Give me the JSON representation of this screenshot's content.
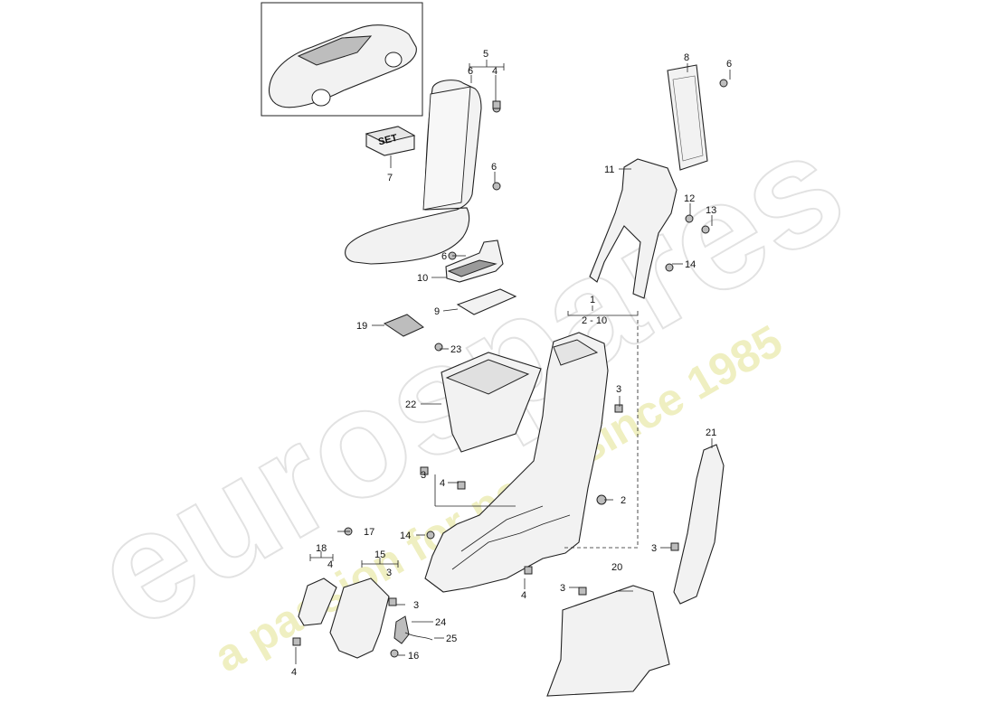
{
  "watermark": {
    "brand": "eurospares",
    "tagline": "a passion for parts since 1985"
  },
  "set_box_text": "SET",
  "callouts": [
    {
      "id": "c5",
      "text": "5"
    },
    {
      "id": "c5a",
      "text": "6"
    },
    {
      "id": "c5b",
      "text": "4"
    },
    {
      "id": "c4a",
      "text": "4"
    },
    {
      "id": "c8",
      "text": "8"
    },
    {
      "id": "c6a",
      "text": "6"
    },
    {
      "id": "c7",
      "text": "7"
    },
    {
      "id": "c6b",
      "text": "6"
    },
    {
      "id": "c11",
      "text": "11"
    },
    {
      "id": "c12",
      "text": "12"
    },
    {
      "id": "c13",
      "text": "13"
    },
    {
      "id": "c6c",
      "text": "6"
    },
    {
      "id": "c10",
      "text": "10"
    },
    {
      "id": "c14a",
      "text": "14"
    },
    {
      "id": "c9",
      "text": "9"
    },
    {
      "id": "c1",
      "text": "1"
    },
    {
      "id": "c1r",
      "text": "2 - 10"
    },
    {
      "id": "c19",
      "text": "19"
    },
    {
      "id": "c23",
      "text": "23"
    },
    {
      "id": "c3a",
      "text": "3"
    },
    {
      "id": "c22",
      "text": "22"
    },
    {
      "id": "c21",
      "text": "21"
    },
    {
      "id": "c3b",
      "text": "3"
    },
    {
      "id": "c4b",
      "text": "4"
    },
    {
      "id": "c2",
      "text": "2"
    },
    {
      "id": "c17",
      "text": "17"
    },
    {
      "id": "c14b",
      "text": "14"
    },
    {
      "id": "c18",
      "text": "18"
    },
    {
      "id": "c18a",
      "text": "4"
    },
    {
      "id": "c15",
      "text": "15"
    },
    {
      "id": "c15a",
      "text": "3"
    },
    {
      "id": "c3c",
      "text": "3"
    },
    {
      "id": "c3d",
      "text": "3"
    },
    {
      "id": "c20",
      "text": "20"
    },
    {
      "id": "c3e",
      "text": "3"
    },
    {
      "id": "c4c",
      "text": "4"
    },
    {
      "id": "c24",
      "text": "24"
    },
    {
      "id": "c25",
      "text": "25"
    },
    {
      "id": "c16",
      "text": "16"
    },
    {
      "id": "c4d",
      "text": "4"
    }
  ]
}
